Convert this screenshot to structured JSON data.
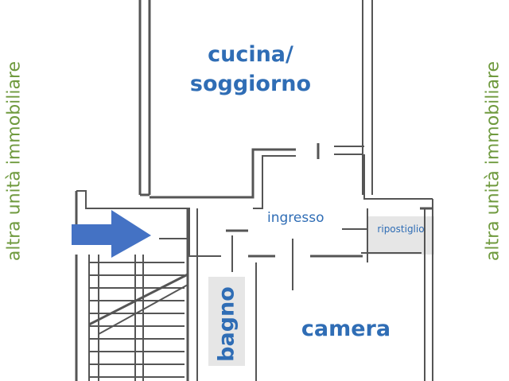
{
  "side_labels": {
    "left": "altra unità immobiliare",
    "right": "altra unità immobiliare"
  },
  "rooms": {
    "kitchen_line1": "cucina/",
    "kitchen_line2": "soggiorno",
    "entrance": "ingresso",
    "storage": "ripostiglio",
    "bathroom": "bagno",
    "bedroom": "camera"
  },
  "colors": {
    "room_text": "#2f6db5",
    "side_text": "#6f9a3e",
    "arrow": "#4472c4",
    "walls": "#555555"
  },
  "icons": {
    "entry_arrow": "right-arrow-icon"
  }
}
